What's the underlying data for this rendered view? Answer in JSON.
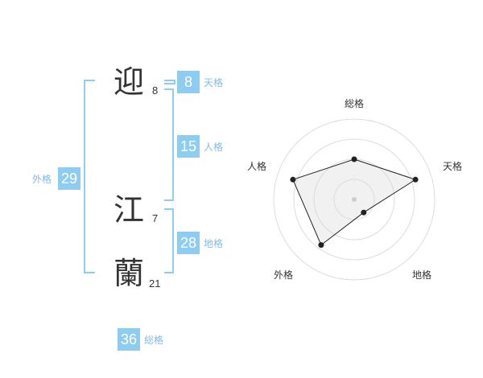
{
  "name": {
    "chars": [
      {
        "char": "迎",
        "strokes": "8"
      },
      {
        "char": "江",
        "strokes": "7"
      },
      {
        "char": "蘭",
        "strokes": "21"
      }
    ]
  },
  "kakusu": {
    "tenkaku": {
      "value": "8",
      "label": "天格"
    },
    "jinkaku": {
      "value": "15",
      "label": "人格"
    },
    "chikaku": {
      "value": "28",
      "label": "地格"
    },
    "gaikaku": {
      "value": "29",
      "label": "外格"
    },
    "soukaku": {
      "value": "36",
      "label": "総格"
    }
  },
  "colors": {
    "accent": "#8fcdf0",
    "text": "#333333",
    "label": "#7fbde6"
  },
  "chart_data": {
    "type": "radar",
    "axes": [
      "総格",
      "天格",
      "地格",
      "外格",
      "人格"
    ],
    "values": [
      0.5,
      0.8,
      0.2,
      0.7,
      0.8
    ],
    "range": [
      0,
      1
    ],
    "rings": 4
  }
}
